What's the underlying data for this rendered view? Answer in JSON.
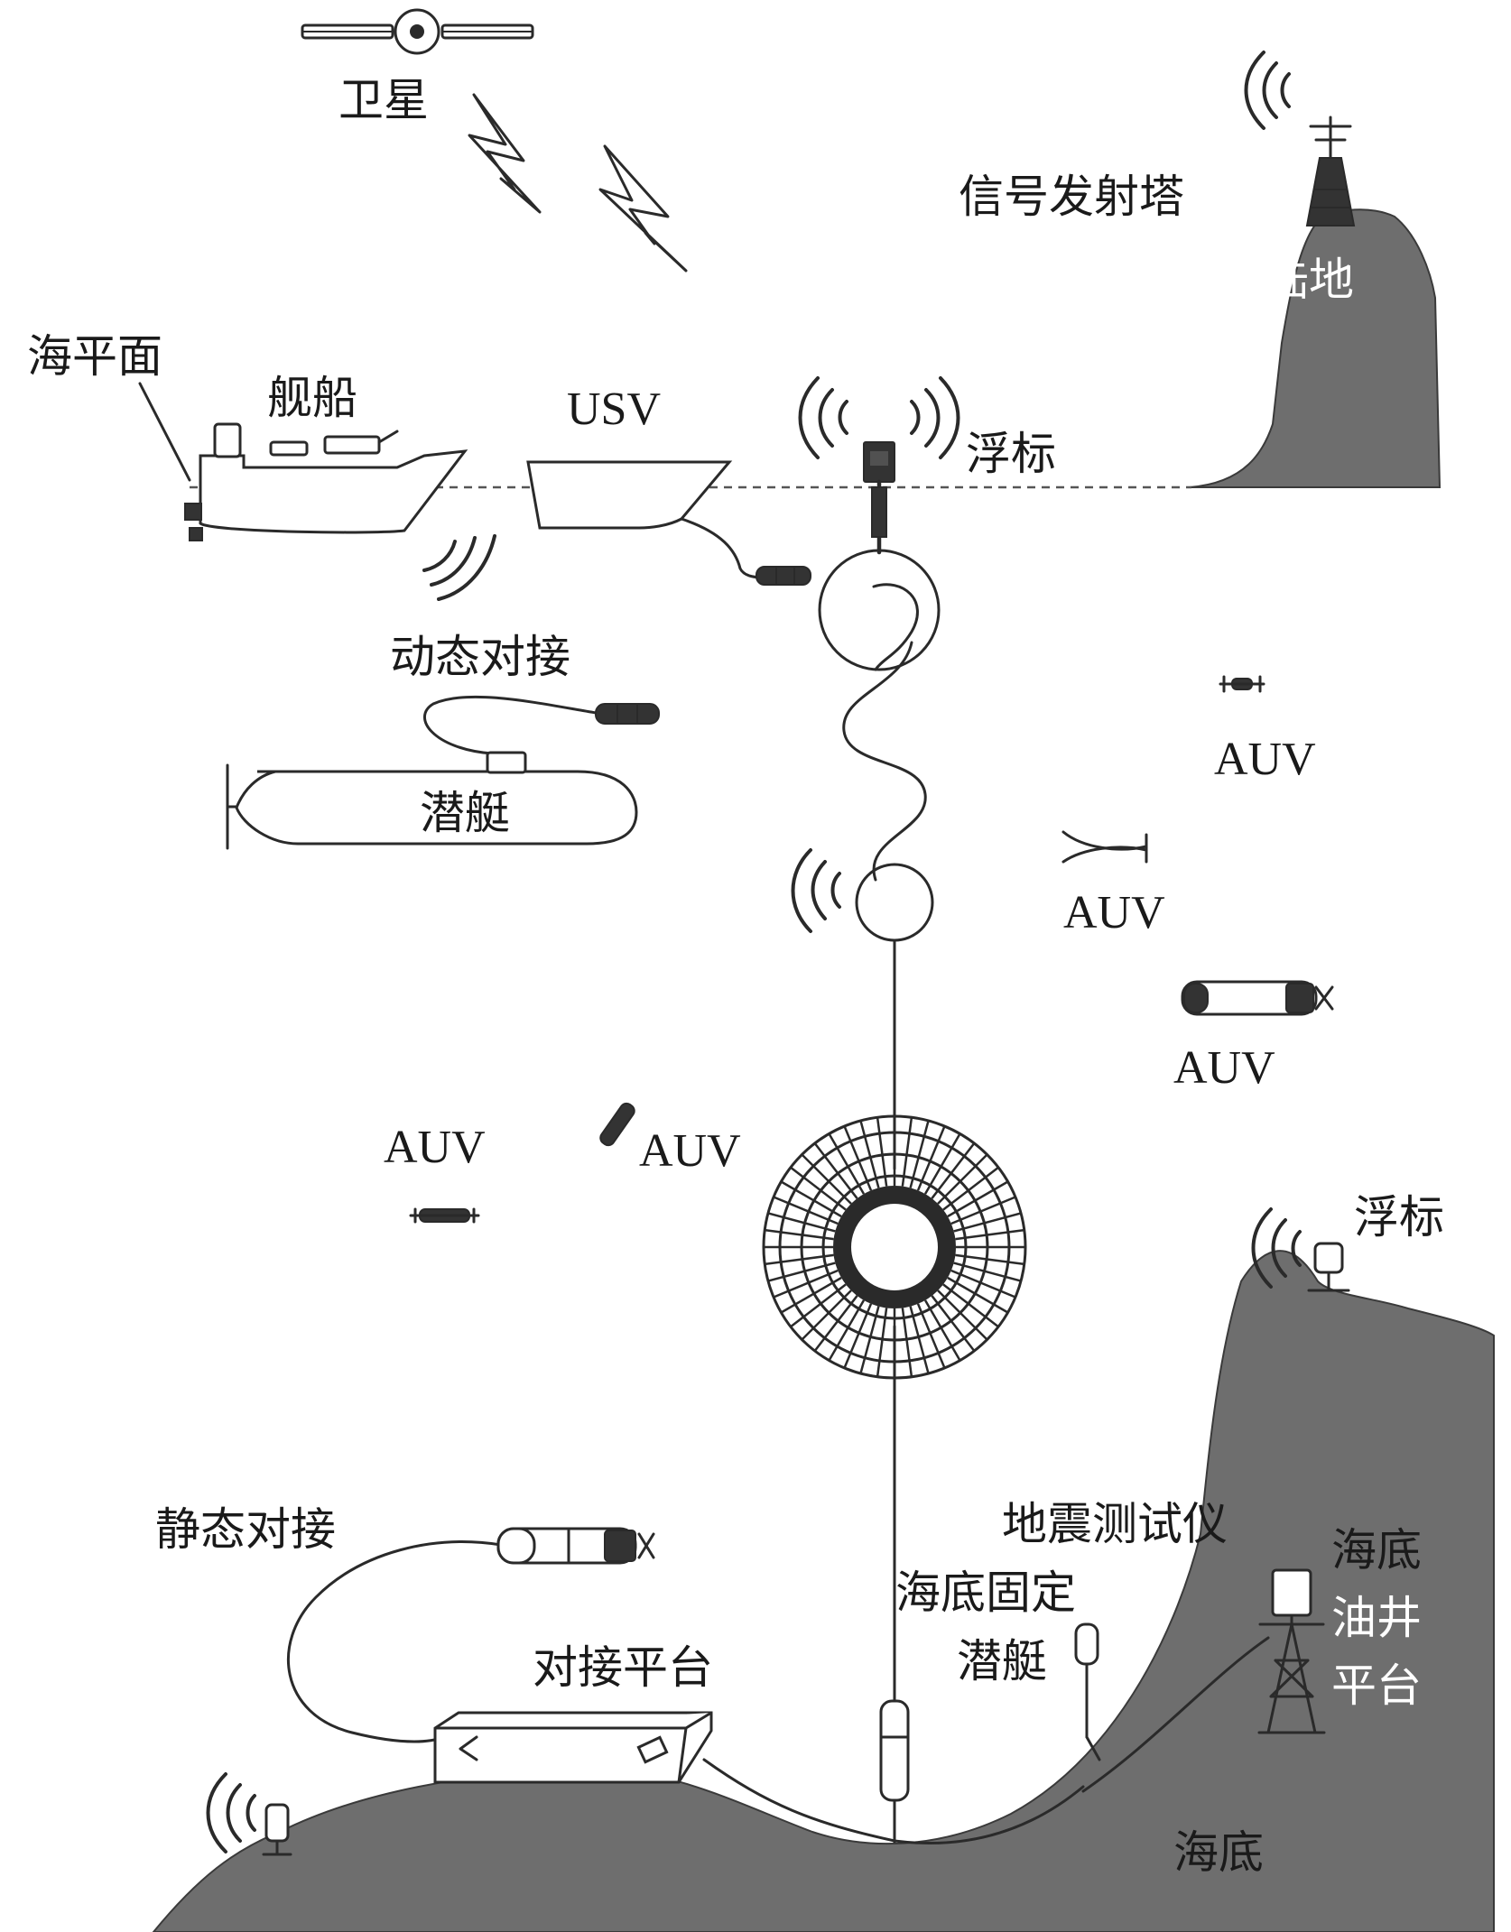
{
  "labels": {
    "satellite": "卫星",
    "tower": "信号发射塔",
    "land": "陆地",
    "sea_level": "海平面",
    "ship": "舰船",
    "usv": "USV",
    "buoy_surface": "浮标",
    "dynamic_docking": "动态对接",
    "submarine": "潜艇",
    "auv_1": "AUV",
    "auv_2": "AUV",
    "auv_3": "AUV",
    "auv_4": "AUV",
    "auv_5": "AUV",
    "buoy_seabed": "浮标",
    "static_docking": "静态对接",
    "seismic_tester": "地震测试仪",
    "fixed_sub_line1": "海底固定",
    "fixed_sub_line2": "潜艇",
    "docking_platform": "对接平台",
    "oil_well_line1": "海底",
    "oil_well_line2": "油井",
    "oil_well_line3": "平台",
    "seabed": "海底"
  },
  "icons": [
    "satellite-icon",
    "lightning-icon",
    "signal-tower-icon",
    "ship-icon",
    "usv-icon",
    "buoy-icon",
    "submarine-icon",
    "auv-icon",
    "docking-platform-icon",
    "oil-well-rig-icon",
    "seismic-tester-icon",
    "wireless-signal-icon",
    "cable-coil-icon"
  ],
  "colors": {
    "land": "#6e6e6e",
    "line": "#2a2a2a",
    "background": "#ffffff"
  }
}
